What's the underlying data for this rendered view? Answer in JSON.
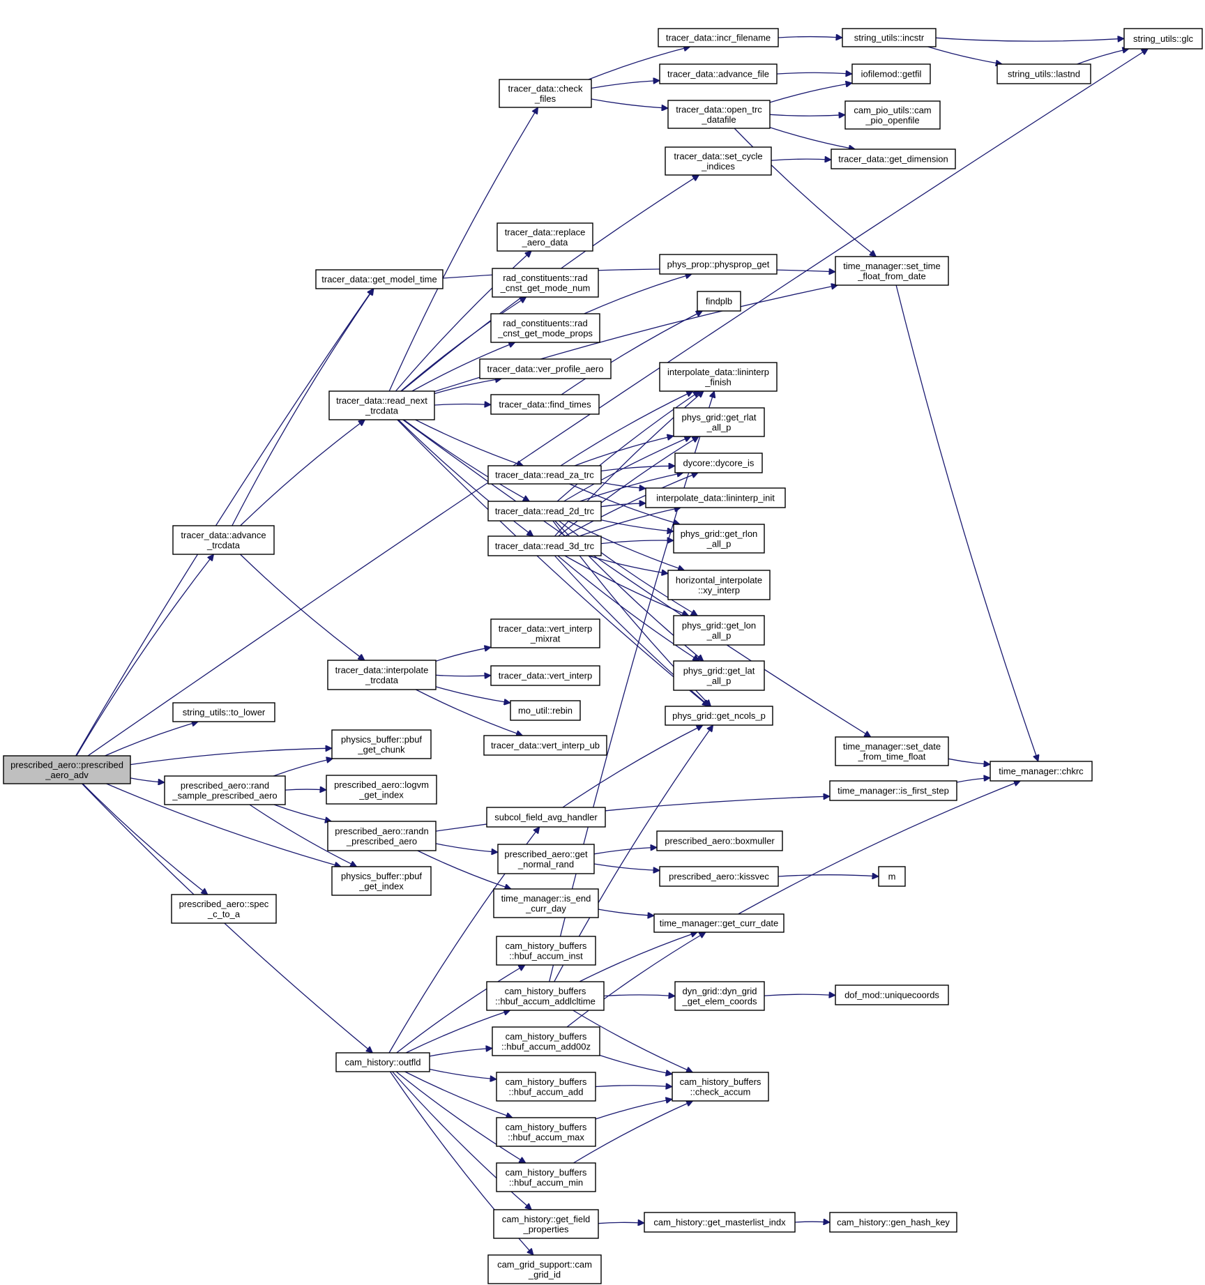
{
  "colors": {
    "edge": "#191970",
    "node_border": "#000000",
    "root_fill": "#bfbfbf",
    "node_fill": "#ffffff"
  },
  "nodes": {
    "root": {
      "lines": [
        "prescribed_aero::prescribed",
        "_aero_adv"
      ]
    },
    "glc": {
      "lines": [
        "string_utils::glc"
      ]
    },
    "incr_filename": {
      "lines": [
        "tracer_data::incr_filename"
      ]
    },
    "incstr": {
      "lines": [
        "string_utils::incstr"
      ]
    },
    "check_files": {
      "lines": [
        "tracer_data::check",
        "_files"
      ]
    },
    "advance_file": {
      "lines": [
        "tracer_data::advance_file"
      ]
    },
    "getfil": {
      "lines": [
        "iofilemod::getfil"
      ]
    },
    "lastnd": {
      "lines": [
        "string_utils::lastnd"
      ]
    },
    "open_trc_datafile": {
      "lines": [
        "tracer_data::open_trc",
        "_datafile"
      ]
    },
    "cam_pio_openfile": {
      "lines": [
        "cam_pio_utils::cam",
        "_pio_openfile"
      ]
    },
    "set_cycle_indices": {
      "lines": [
        "tracer_data::set_cycle",
        "_indices"
      ]
    },
    "get_dimension": {
      "lines": [
        "tracer_data::get_dimension"
      ]
    },
    "replace_aero_data": {
      "lines": [
        "tracer_data::replace",
        "_aero_data"
      ]
    },
    "set_time_float_from_date": {
      "lines": [
        "time_manager::set_time",
        "_float_from_date"
      ]
    },
    "physprop_get": {
      "lines": [
        "phys_prop::physprop_get"
      ]
    },
    "get_model_time": {
      "lines": [
        "tracer_data::get_model_time"
      ]
    },
    "rad_cnst_get_mode_num": {
      "lines": [
        "rad_constituents::rad",
        "_cnst_get_mode_num"
      ]
    },
    "findplb": {
      "lines": [
        "findplb"
      ]
    },
    "rad_cnst_get_mode_props": {
      "lines": [
        "rad_constituents::rad",
        "_cnst_get_mode_props"
      ]
    },
    "ver_profile_aero": {
      "lines": [
        "tracer_data::ver_profile_aero"
      ]
    },
    "lininterp_finish": {
      "lines": [
        "interpolate_data::lininterp",
        "_finish"
      ]
    },
    "read_next_trcdata": {
      "lines": [
        "tracer_data::read_next",
        "_trcdata"
      ]
    },
    "find_times": {
      "lines": [
        "tracer_data::find_times"
      ]
    },
    "get_rlat_all_p": {
      "lines": [
        "phys_grid::get_rlat",
        "_all_p"
      ]
    },
    "dycore_is": {
      "lines": [
        "dycore::dycore_is"
      ]
    },
    "read_za_trc": {
      "lines": [
        "tracer_data::read_za_trc"
      ]
    },
    "lininterp_init": {
      "lines": [
        "interpolate_data::lininterp_init"
      ]
    },
    "read_2d_trc": {
      "lines": [
        "tracer_data::read_2d_trc"
      ]
    },
    "get_rlon_all_p": {
      "lines": [
        "phys_grid::get_rlon",
        "_all_p"
      ]
    },
    "advance_trcdata": {
      "lines": [
        "tracer_data::advance",
        "_trcdata"
      ]
    },
    "read_3d_trc": {
      "lines": [
        "tracer_data::read_3d_trc"
      ]
    },
    "xy_interp": {
      "lines": [
        "horizontal_interpolate",
        "::xy_interp"
      ]
    },
    "get_lon_all_p": {
      "lines": [
        "phys_grid::get_lon",
        "_all_p"
      ]
    },
    "vert_interp_mixrat": {
      "lines": [
        "tracer_data::vert_interp",
        "_mixrat"
      ]
    },
    "get_lat_all_p": {
      "lines": [
        "phys_grid::get_lat",
        "_all_p"
      ]
    },
    "interpolate_trcdata": {
      "lines": [
        "tracer_data::interpolate",
        "_trcdata"
      ]
    },
    "vert_interp": {
      "lines": [
        "tracer_data::vert_interp"
      ]
    },
    "rebin": {
      "lines": [
        "mo_util::rebin"
      ]
    },
    "to_lower": {
      "lines": [
        "string_utils::to_lower"
      ]
    },
    "get_ncols_p": {
      "lines": [
        "phys_grid::get_ncols_p"
      ]
    },
    "pbuf_get_chunk": {
      "lines": [
        "physics_buffer::pbuf",
        "_get_chunk"
      ]
    },
    "vert_interp_ub": {
      "lines": [
        "tracer_data::vert_interp_ub"
      ]
    },
    "set_date_from_time_float": {
      "lines": [
        "time_manager::set_date",
        "_from_time_float"
      ]
    },
    "chkrc": {
      "lines": [
        "time_manager::chkrc"
      ]
    },
    "rand_sample_prescribed_aero": {
      "lines": [
        "prescribed_aero::rand",
        "_sample_prescribed_aero"
      ]
    },
    "logvm_get_index": {
      "lines": [
        "prescribed_aero::logvm",
        "_get_index"
      ]
    },
    "is_first_step": {
      "lines": [
        "time_manager::is_first_step"
      ]
    },
    "subcol_field_avg_handler": {
      "lines": [
        "subcol_field_avg_handler"
      ]
    },
    "randn_prescribed_aero": {
      "lines": [
        "prescribed_aero::randn",
        "_prescribed_aero"
      ]
    },
    "boxmuller": {
      "lines": [
        "prescribed_aero::boxmuller"
      ]
    },
    "get_normal_rand": {
      "lines": [
        "prescribed_aero::get",
        "_normal_rand"
      ]
    },
    "kissvec": {
      "lines": [
        "prescribed_aero::kissvec"
      ]
    },
    "m": {
      "lines": [
        "m"
      ]
    },
    "pbuf_get_index": {
      "lines": [
        "physics_buffer::pbuf",
        "_get_index"
      ]
    },
    "spec_c_to_a": {
      "lines": [
        "prescribed_aero::spec",
        "_c_to_a"
      ]
    },
    "is_end_curr_day": {
      "lines": [
        "time_manager::is_end",
        "_curr_day"
      ]
    },
    "get_curr_date": {
      "lines": [
        "time_manager::get_curr_date"
      ]
    },
    "hbuf_accum_inst": {
      "lines": [
        "cam_history_buffers",
        "::hbuf_accum_inst"
      ]
    },
    "hbuf_accum_addlcltime": {
      "lines": [
        "cam_history_buffers",
        "::hbuf_accum_addlcltime"
      ]
    },
    "dyn_grid_get_elem_coords": {
      "lines": [
        "dyn_grid::dyn_grid",
        "_get_elem_coords"
      ]
    },
    "uniquecoords": {
      "lines": [
        "dof_mod::uniquecoords"
      ]
    },
    "hbuf_accum_add00z": {
      "lines": [
        "cam_history_buffers",
        "::hbuf_accum_add00z"
      ]
    },
    "outfld": {
      "lines": [
        "cam_history::outfld"
      ]
    },
    "hbuf_accum_add": {
      "lines": [
        "cam_history_buffers",
        "::hbuf_accum_add"
      ]
    },
    "check_accum": {
      "lines": [
        "cam_history_buffers",
        "::check_accum"
      ]
    },
    "hbuf_accum_max": {
      "lines": [
        "cam_history_buffers",
        "::hbuf_accum_max"
      ]
    },
    "hbuf_accum_min": {
      "lines": [
        "cam_history_buffers",
        "::hbuf_accum_min"
      ]
    },
    "get_field_properties": {
      "lines": [
        "cam_history::get_field",
        "_properties"
      ]
    },
    "get_masterlist_indx": {
      "lines": [
        "cam_history::get_masterlist_indx"
      ]
    },
    "gen_hash_key": {
      "lines": [
        "cam_history::gen_hash_key"
      ]
    },
    "cam_grid_id": {
      "lines": [
        "cam_grid_support::cam",
        "_grid_id"
      ]
    }
  },
  "edges": [
    [
      "root",
      "glc"
    ],
    [
      "root",
      "advance_trcdata"
    ],
    [
      "root",
      "get_model_time"
    ],
    [
      "root",
      "to_lower"
    ],
    [
      "root",
      "pbuf_get_chunk"
    ],
    [
      "root",
      "rand_sample_prescribed_aero"
    ],
    [
      "root",
      "pbuf_get_index"
    ],
    [
      "root",
      "spec_c_to_a"
    ],
    [
      "root",
      "outfld"
    ],
    [
      "advance_trcdata",
      "get_model_time"
    ],
    [
      "advance_trcdata",
      "read_next_trcdata"
    ],
    [
      "advance_trcdata",
      "interpolate_trcdata"
    ],
    [
      "get_model_time",
      "set_time_float_from_date"
    ],
    [
      "read_next_trcdata",
      "check_files"
    ],
    [
      "read_next_trcdata",
      "set_cycle_indices"
    ],
    [
      "read_next_trcdata",
      "replace_aero_data"
    ],
    [
      "read_next_trcdata",
      "rad_cnst_get_mode_num"
    ],
    [
      "read_next_trcdata",
      "rad_cnst_get_mode_props"
    ],
    [
      "read_next_trcdata",
      "ver_profile_aero"
    ],
    [
      "read_next_trcdata",
      "find_times"
    ],
    [
      "read_next_trcdata",
      "set_time_float_from_date"
    ],
    [
      "read_next_trcdata",
      "read_za_trc"
    ],
    [
      "read_next_trcdata",
      "read_2d_trc"
    ],
    [
      "read_next_trcdata",
      "read_3d_trc"
    ],
    [
      "read_next_trcdata",
      "set_date_from_time_float"
    ],
    [
      "read_next_trcdata",
      "get_ncols_p"
    ],
    [
      "check_files",
      "incr_filename"
    ],
    [
      "check_files",
      "advance_file"
    ],
    [
      "check_files",
      "open_trc_datafile"
    ],
    [
      "incr_filename",
      "incstr"
    ],
    [
      "incstr",
      "glc"
    ],
    [
      "incstr",
      "lastnd"
    ],
    [
      "lastnd",
      "glc"
    ],
    [
      "advance_file",
      "getfil"
    ],
    [
      "open_trc_datafile",
      "getfil"
    ],
    [
      "open_trc_datafile",
      "cam_pio_openfile"
    ],
    [
      "open_trc_datafile",
      "get_dimension"
    ],
    [
      "open_trc_datafile",
      "set_time_float_from_date"
    ],
    [
      "set_cycle_indices",
      "get_dimension"
    ],
    [
      "set_time_float_from_date",
      "chkrc"
    ],
    [
      "rad_cnst_get_mode_props",
      "physprop_get"
    ],
    [
      "find_times",
      "findplb"
    ],
    [
      "read_za_trc",
      "lininterp_finish"
    ],
    [
      "read_za_trc",
      "get_rlat_all_p"
    ],
    [
      "read_za_trc",
      "dycore_is"
    ],
    [
      "read_za_trc",
      "lininterp_init"
    ],
    [
      "read_za_trc",
      "get_rlon_all_p"
    ],
    [
      "read_2d_trc",
      "lininterp_finish"
    ],
    [
      "read_2d_trc",
      "get_rlat_all_p"
    ],
    [
      "read_2d_trc",
      "dycore_is"
    ],
    [
      "read_2d_trc",
      "lininterp_init"
    ],
    [
      "read_2d_trc",
      "get_rlon_all_p"
    ],
    [
      "read_2d_trc",
      "xy_interp"
    ],
    [
      "read_2d_trc",
      "get_lon_all_p"
    ],
    [
      "read_2d_trc",
      "get_lat_all_p"
    ],
    [
      "read_2d_trc",
      "get_ncols_p"
    ],
    [
      "read_3d_trc",
      "lininterp_finish"
    ],
    [
      "read_3d_trc",
      "get_rlat_all_p"
    ],
    [
      "read_3d_trc",
      "dycore_is"
    ],
    [
      "read_3d_trc",
      "lininterp_init"
    ],
    [
      "read_3d_trc",
      "get_rlon_all_p"
    ],
    [
      "read_3d_trc",
      "xy_interp"
    ],
    [
      "read_3d_trc",
      "get_lon_all_p"
    ],
    [
      "read_3d_trc",
      "get_lat_all_p"
    ],
    [
      "read_3d_trc",
      "get_ncols_p"
    ],
    [
      "interpolate_trcdata",
      "vert_interp_mixrat"
    ],
    [
      "interpolate_trcdata",
      "vert_interp"
    ],
    [
      "interpolate_trcdata",
      "rebin"
    ],
    [
      "interpolate_trcdata",
      "vert_interp_ub"
    ],
    [
      "set_date_from_time_float",
      "chkrc"
    ],
    [
      "rand_sample_prescribed_aero",
      "pbuf_get_chunk"
    ],
    [
      "rand_sample_prescribed_aero",
      "logvm_get_index"
    ],
    [
      "rand_sample_prescribed_aero",
      "randn_prescribed_aero"
    ],
    [
      "rand_sample_prescribed_aero",
      "pbuf_get_index"
    ],
    [
      "randn_prescribed_aero",
      "is_first_step"
    ],
    [
      "randn_prescribed_aero",
      "get_normal_rand"
    ],
    [
      "randn_prescribed_aero",
      "is_end_curr_day"
    ],
    [
      "is_first_step",
      "chkrc"
    ],
    [
      "get_normal_rand",
      "boxmuller"
    ],
    [
      "get_normal_rand",
      "kissvec"
    ],
    [
      "kissvec",
      "m"
    ],
    [
      "is_end_curr_day",
      "get_curr_date"
    ],
    [
      "get_curr_date",
      "chkrc"
    ],
    [
      "subcol_field_avg_handler",
      "get_ncols_p"
    ],
    [
      "outfld",
      "subcol_field_avg_handler"
    ],
    [
      "outfld",
      "hbuf_accum_inst"
    ],
    [
      "outfld",
      "hbuf_accum_addlcltime"
    ],
    [
      "outfld",
      "hbuf_accum_add00z"
    ],
    [
      "outfld",
      "hbuf_accum_add"
    ],
    [
      "outfld",
      "hbuf_accum_max"
    ],
    [
      "outfld",
      "hbuf_accum_min"
    ],
    [
      "outfld",
      "get_field_properties"
    ],
    [
      "outfld",
      "cam_grid_id"
    ],
    [
      "hbuf_accum_addlcltime",
      "get_curr_date"
    ],
    [
      "hbuf_accum_addlcltime",
      "get_ncols_p"
    ],
    [
      "hbuf_accum_addlcltime",
      "lininterp_finish"
    ],
    [
      "hbuf_accum_addlcltime",
      "dyn_grid_get_elem_coords"
    ],
    [
      "hbuf_accum_addlcltime",
      "check_accum"
    ],
    [
      "dyn_grid_get_elem_coords",
      "uniquecoords"
    ],
    [
      "hbuf_accum_add00z",
      "get_curr_date"
    ],
    [
      "hbuf_accum_add00z",
      "check_accum"
    ],
    [
      "hbuf_accum_add",
      "check_accum"
    ],
    [
      "hbuf_accum_max",
      "check_accum"
    ],
    [
      "hbuf_accum_min",
      "check_accum"
    ],
    [
      "get_field_properties",
      "get_masterlist_indx"
    ],
    [
      "get_masterlist_indx",
      "gen_hash_key"
    ]
  ]
}
